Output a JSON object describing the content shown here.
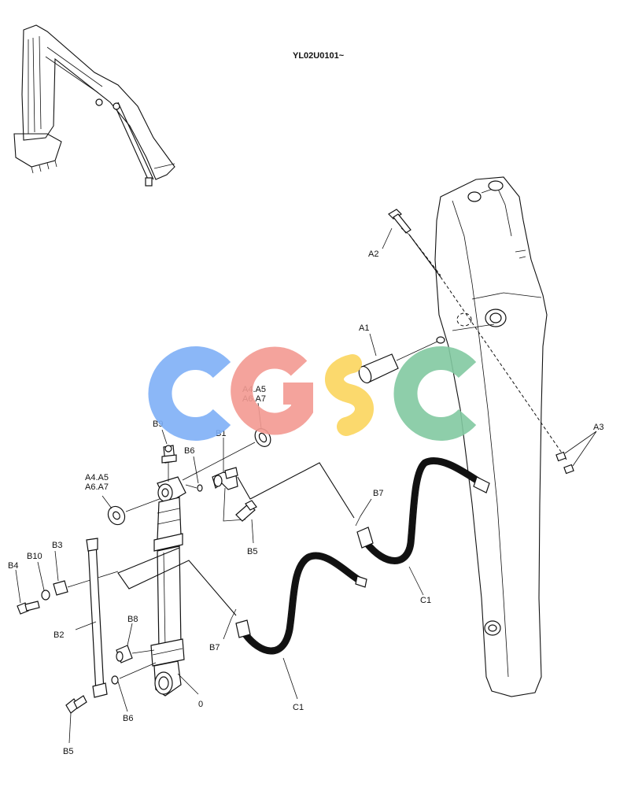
{
  "title": "YL02U0101~",
  "watermark": {
    "text": "CGSC",
    "colors": [
      "#7fb0f7",
      "#f39a92",
      "#fbd55e",
      "#82c9a1"
    ]
  },
  "labels": {
    "A1": "A1",
    "A2": "A2",
    "A3": "A3",
    "A4_top_line1": "A4.A5",
    "A4_top_line2": "A6.A7",
    "A4_left_line1": "A4.A5",
    "A4_left_line2": "A6.A7",
    "B1": "B1",
    "B2": "B2",
    "B3": "B3",
    "B4": "B4",
    "B5_top": "B5",
    "B5_bottom": "B5",
    "B6_top": "B6",
    "B6_bottom": "B6",
    "B7_right": "B7",
    "B7_left": "B7",
    "B8": "B8",
    "B9": "B9",
    "B10": "B10",
    "C1_right": "C1",
    "C1_left": "C1",
    "zero": "0"
  }
}
